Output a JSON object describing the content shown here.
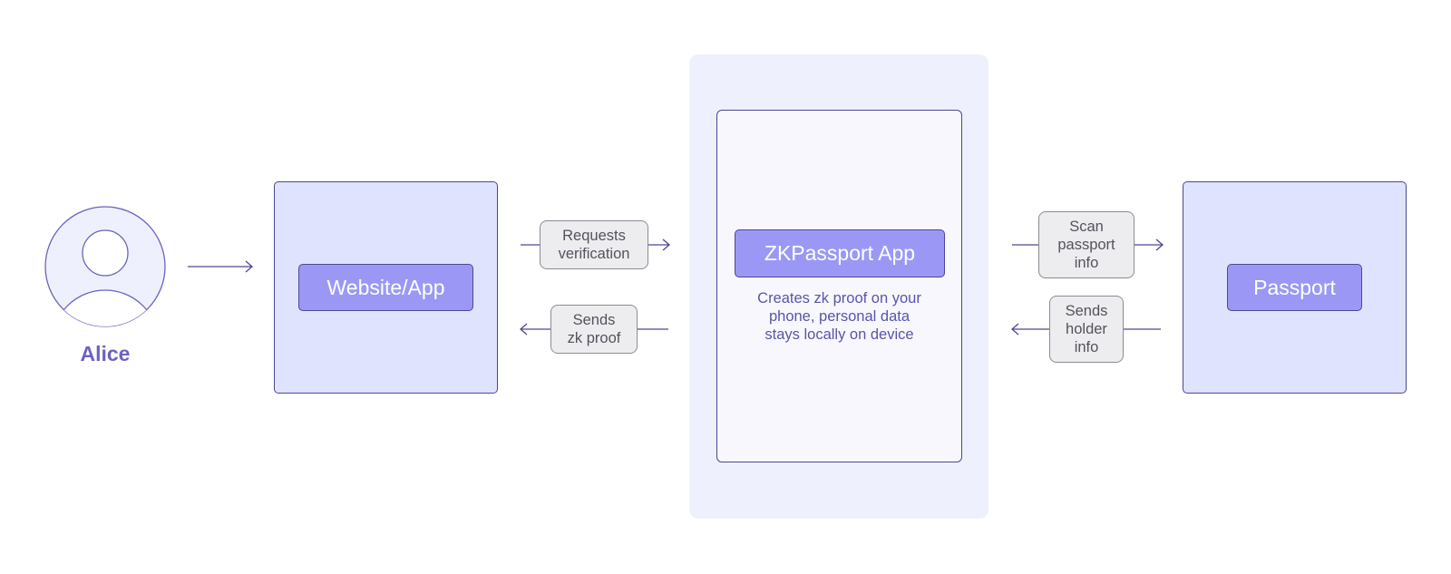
{
  "user": {
    "name": "Alice"
  },
  "website": {
    "label": "Website/App"
  },
  "zkapp": {
    "label": "ZKPassport App",
    "description": [
      "Creates zk proof on your",
      "phone, personal data",
      "stays locally on device"
    ]
  },
  "passport": {
    "label": "Passport"
  },
  "flows": {
    "requests": [
      "Requests",
      "verification"
    ],
    "sends_proof": [
      "Sends",
      "zk proof"
    ],
    "scan": [
      "Scan",
      "passport",
      "info"
    ],
    "sends_holder": [
      "Sends",
      "holder",
      "info"
    ]
  },
  "colors": {
    "accent": "#9b98f5",
    "panel": "#dfe3fd",
    "stroke": "#4d4795",
    "phone_bg": "#eef0fd",
    "text_purple": "#6b63c0"
  }
}
